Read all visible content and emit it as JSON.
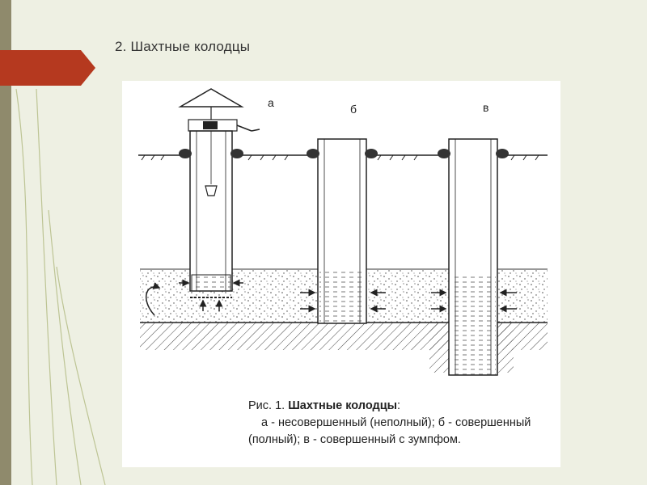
{
  "slide": {
    "title": "2. Шахтные колодцы"
  },
  "figure": {
    "labels": {
      "a": "а",
      "b": "б",
      "v": "в"
    },
    "caption": {
      "prefix": "Рис. 1.",
      "title": "Шахтные колодцы",
      "colon": ":",
      "line2": "а - несовершенный (неполный); б - совершенный",
      "line3": "(полный); в - совершенный с зумпфом."
    }
  },
  "colors": {
    "background": "#eef0e3",
    "accent_red": "#b5391f",
    "strip": "#8f8a6c"
  }
}
